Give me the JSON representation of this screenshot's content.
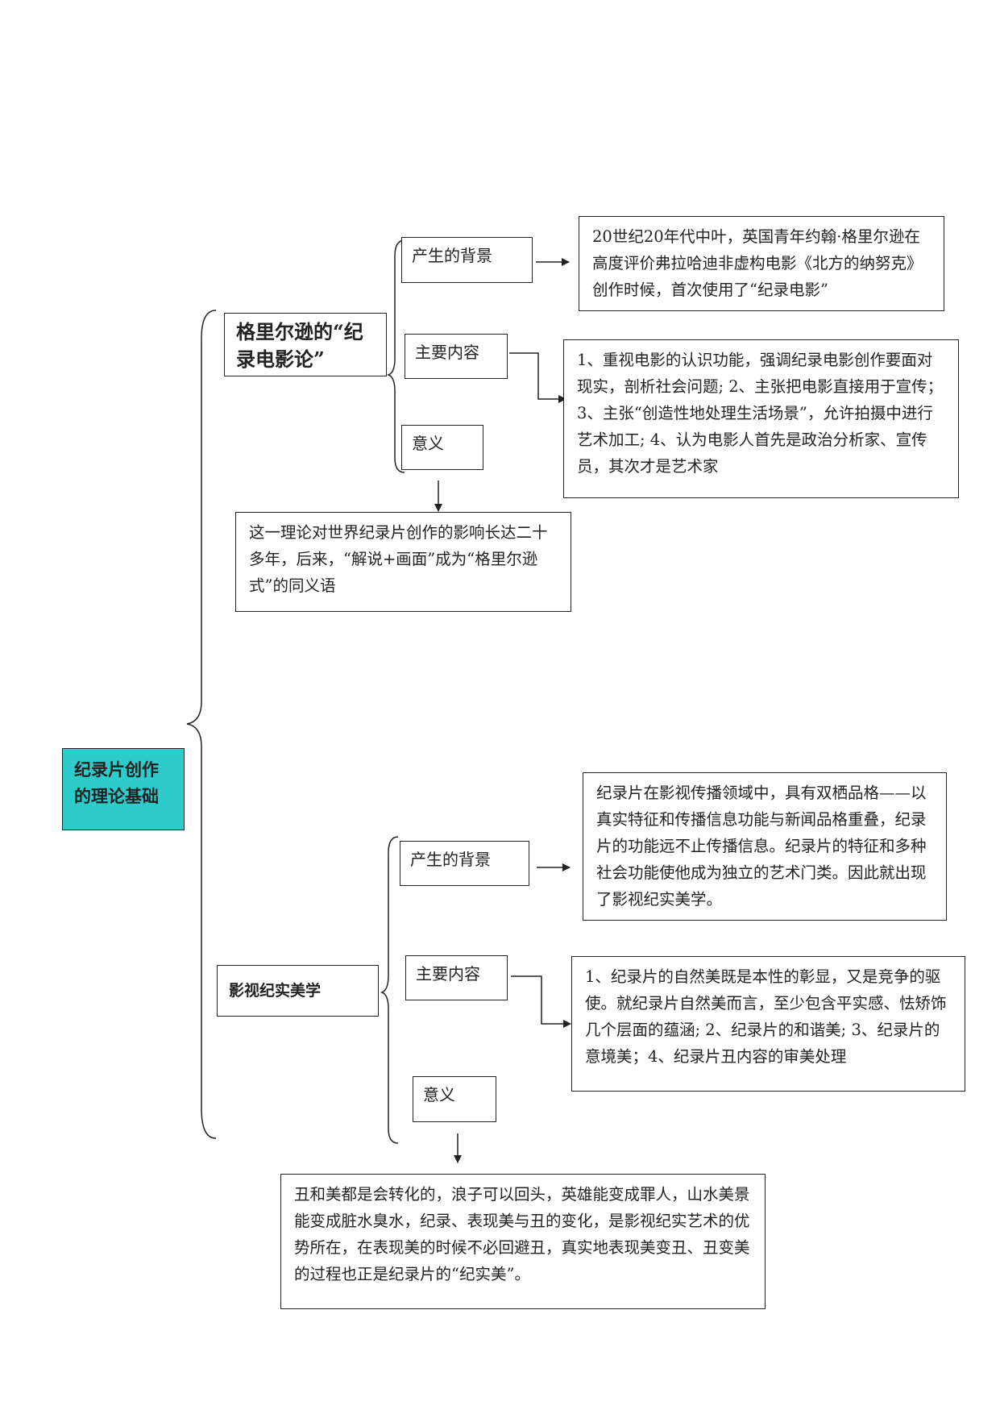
{
  "root": {
    "label": "纪录片创作的理论基础"
  },
  "branches": [
    {
      "title": "格里尔逊的“纪录电影论”",
      "background_label": "产生的背景",
      "background_text": "20世纪20年代中叶，英国青年约翰·格里尔逊在高度评价弗拉哈迪非虚构电影《北方的纳努克》创作时候，首次使用了“纪录电影”",
      "content_label": "主要内容",
      "content_text": "1、重视电影的认识功能，强调纪录电影创作要面对现实，剖析社会问题; 2、主张把电影直接用于宣传；3、主张“创造性地处理生活场景”，允许拍摄中进行艺术加工; 4、认为电影人首先是政治分析家、宣传员，其次才是艺术家",
      "meaning_label": "意义",
      "meaning_text": "这一理论对世界纪录片创作的影响长达二十多年，后来，“解说+画面”成为“格里尔逊式”的同义语"
    },
    {
      "title": "影视纪实美学",
      "background_label": "产生的背景",
      "background_text": "纪录片在影视传播领域中，具有双栖品格——以真实特征和传播信息功能与新闻品格重叠，纪录片的功能远不止传播信息。纪录片的特征和多种社会功能使他成为独立的艺术门类。因此就出现了影视纪实美学。",
      "content_label": "主要内容",
      "content_text": "1、纪录片的自然美既是本性的彰显，又是竞争的驱使。就纪录片自然美而言，至少包含平实感、怯矫饰几个层面的蕴涵; 2、纪录片的和谐美; 3、纪录片的意境美；4、纪录片丑内容的审美处理",
      "meaning_label": "意义",
      "meaning_text": "丑和美都是会转化的，浪子可以回头，英雄能变成罪人，山水美景能变成脏水臭水，纪录、表现美与丑的变化，是影视纪实艺术的优势所在，在表现美的时候不必回避丑，真实地表现美变丑、丑变美的过程也正是纪录片的“纪实美”。"
    }
  ]
}
